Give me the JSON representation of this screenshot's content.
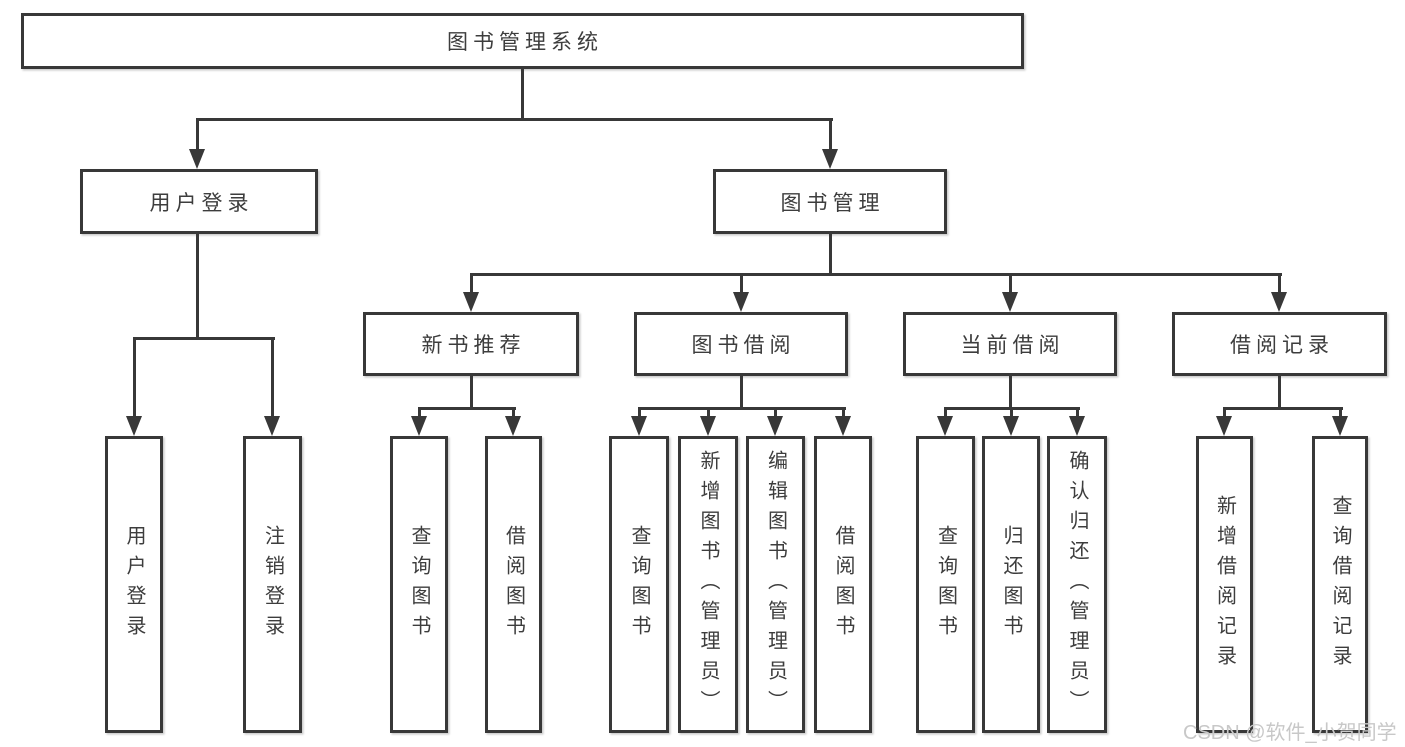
{
  "diagram": {
    "root": {
      "label": "图书管理系统",
      "children": [
        {
          "label": "用户登录",
          "children": [
            {
              "label": "用户登录"
            },
            {
              "label": "注销登录"
            }
          ]
        },
        {
          "label": "图书管理",
          "children": [
            {
              "label": "新书推荐",
              "children": [
                {
                  "label": "查询图书"
                },
                {
                  "label": "借阅图书"
                }
              ]
            },
            {
              "label": "图书借阅",
              "children": [
                {
                  "label": "查询图书"
                },
                {
                  "label": "新增图书（管理员）"
                },
                {
                  "label": "编辑图书（管理员）"
                },
                {
                  "label": "借阅图书"
                }
              ]
            },
            {
              "label": "当前借阅",
              "children": [
                {
                  "label": "查询图书"
                },
                {
                  "label": "归还图书"
                },
                {
                  "label": "确认归还（管理员）"
                }
              ]
            },
            {
              "label": "借阅记录",
              "children": [
                {
                  "label": "新增借阅记录"
                },
                {
                  "label": "查询借阅记录"
                }
              ]
            }
          ]
        }
      ]
    }
  },
  "watermark": {
    "text": "CSDN @软件_小贺同学"
  },
  "colors": {
    "line": "#383838",
    "border": "#383838",
    "text": "#3d3d3d",
    "wm": "#c8c8c8",
    "bg": "#ffffff"
  }
}
